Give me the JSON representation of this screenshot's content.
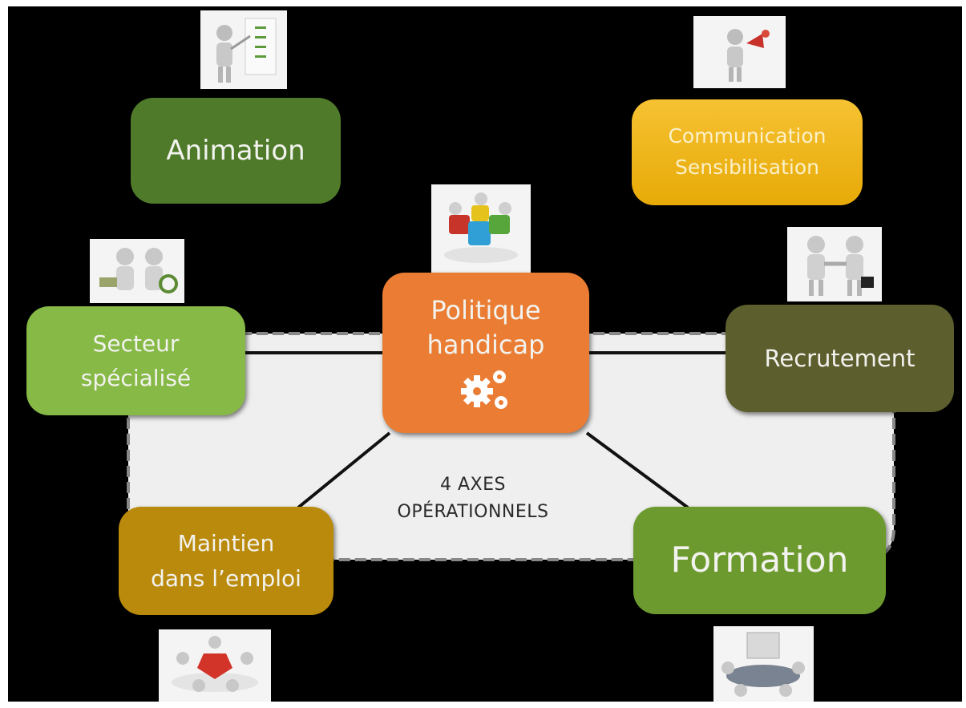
{
  "center": {
    "line1": "Politique",
    "line2": "handicap"
  },
  "axes_label": {
    "line1": "4 AXES",
    "line2": "OPÉRATIONNELS"
  },
  "nodes": {
    "animation": {
      "line1": "Animation"
    },
    "communication": {
      "line1": "Communication",
      "line2": "Sensibilisation"
    },
    "secteur": {
      "line1": "Secteur",
      "line2": "spécialisé"
    },
    "recrutement": {
      "line1": "Recrutement"
    },
    "maintien": {
      "line1": "Maintien",
      "line2": "dans l’emploi"
    },
    "formation": {
      "line1": "Formation"
    }
  },
  "icons": {
    "center": "gears-icon",
    "animation": "presenter-chart-icon",
    "communication": "megaphone-figure-icon",
    "secteur": "figures-money-icon",
    "recrutement": "handshake-icon",
    "maintien": "group-meeting-icon",
    "formation": "training-table-icon",
    "center_top": "puzzle-team-icon"
  },
  "colors": {
    "background": "#000000",
    "panel": "#f0f0f0",
    "center": "#ea7d33",
    "animation": "#4e7a29",
    "communication": "#f2b713",
    "secteur": "#86b946",
    "recrutement": "#5c5e2e",
    "maintien": "#ba8a0c",
    "formation": "#6c9a2e"
  }
}
